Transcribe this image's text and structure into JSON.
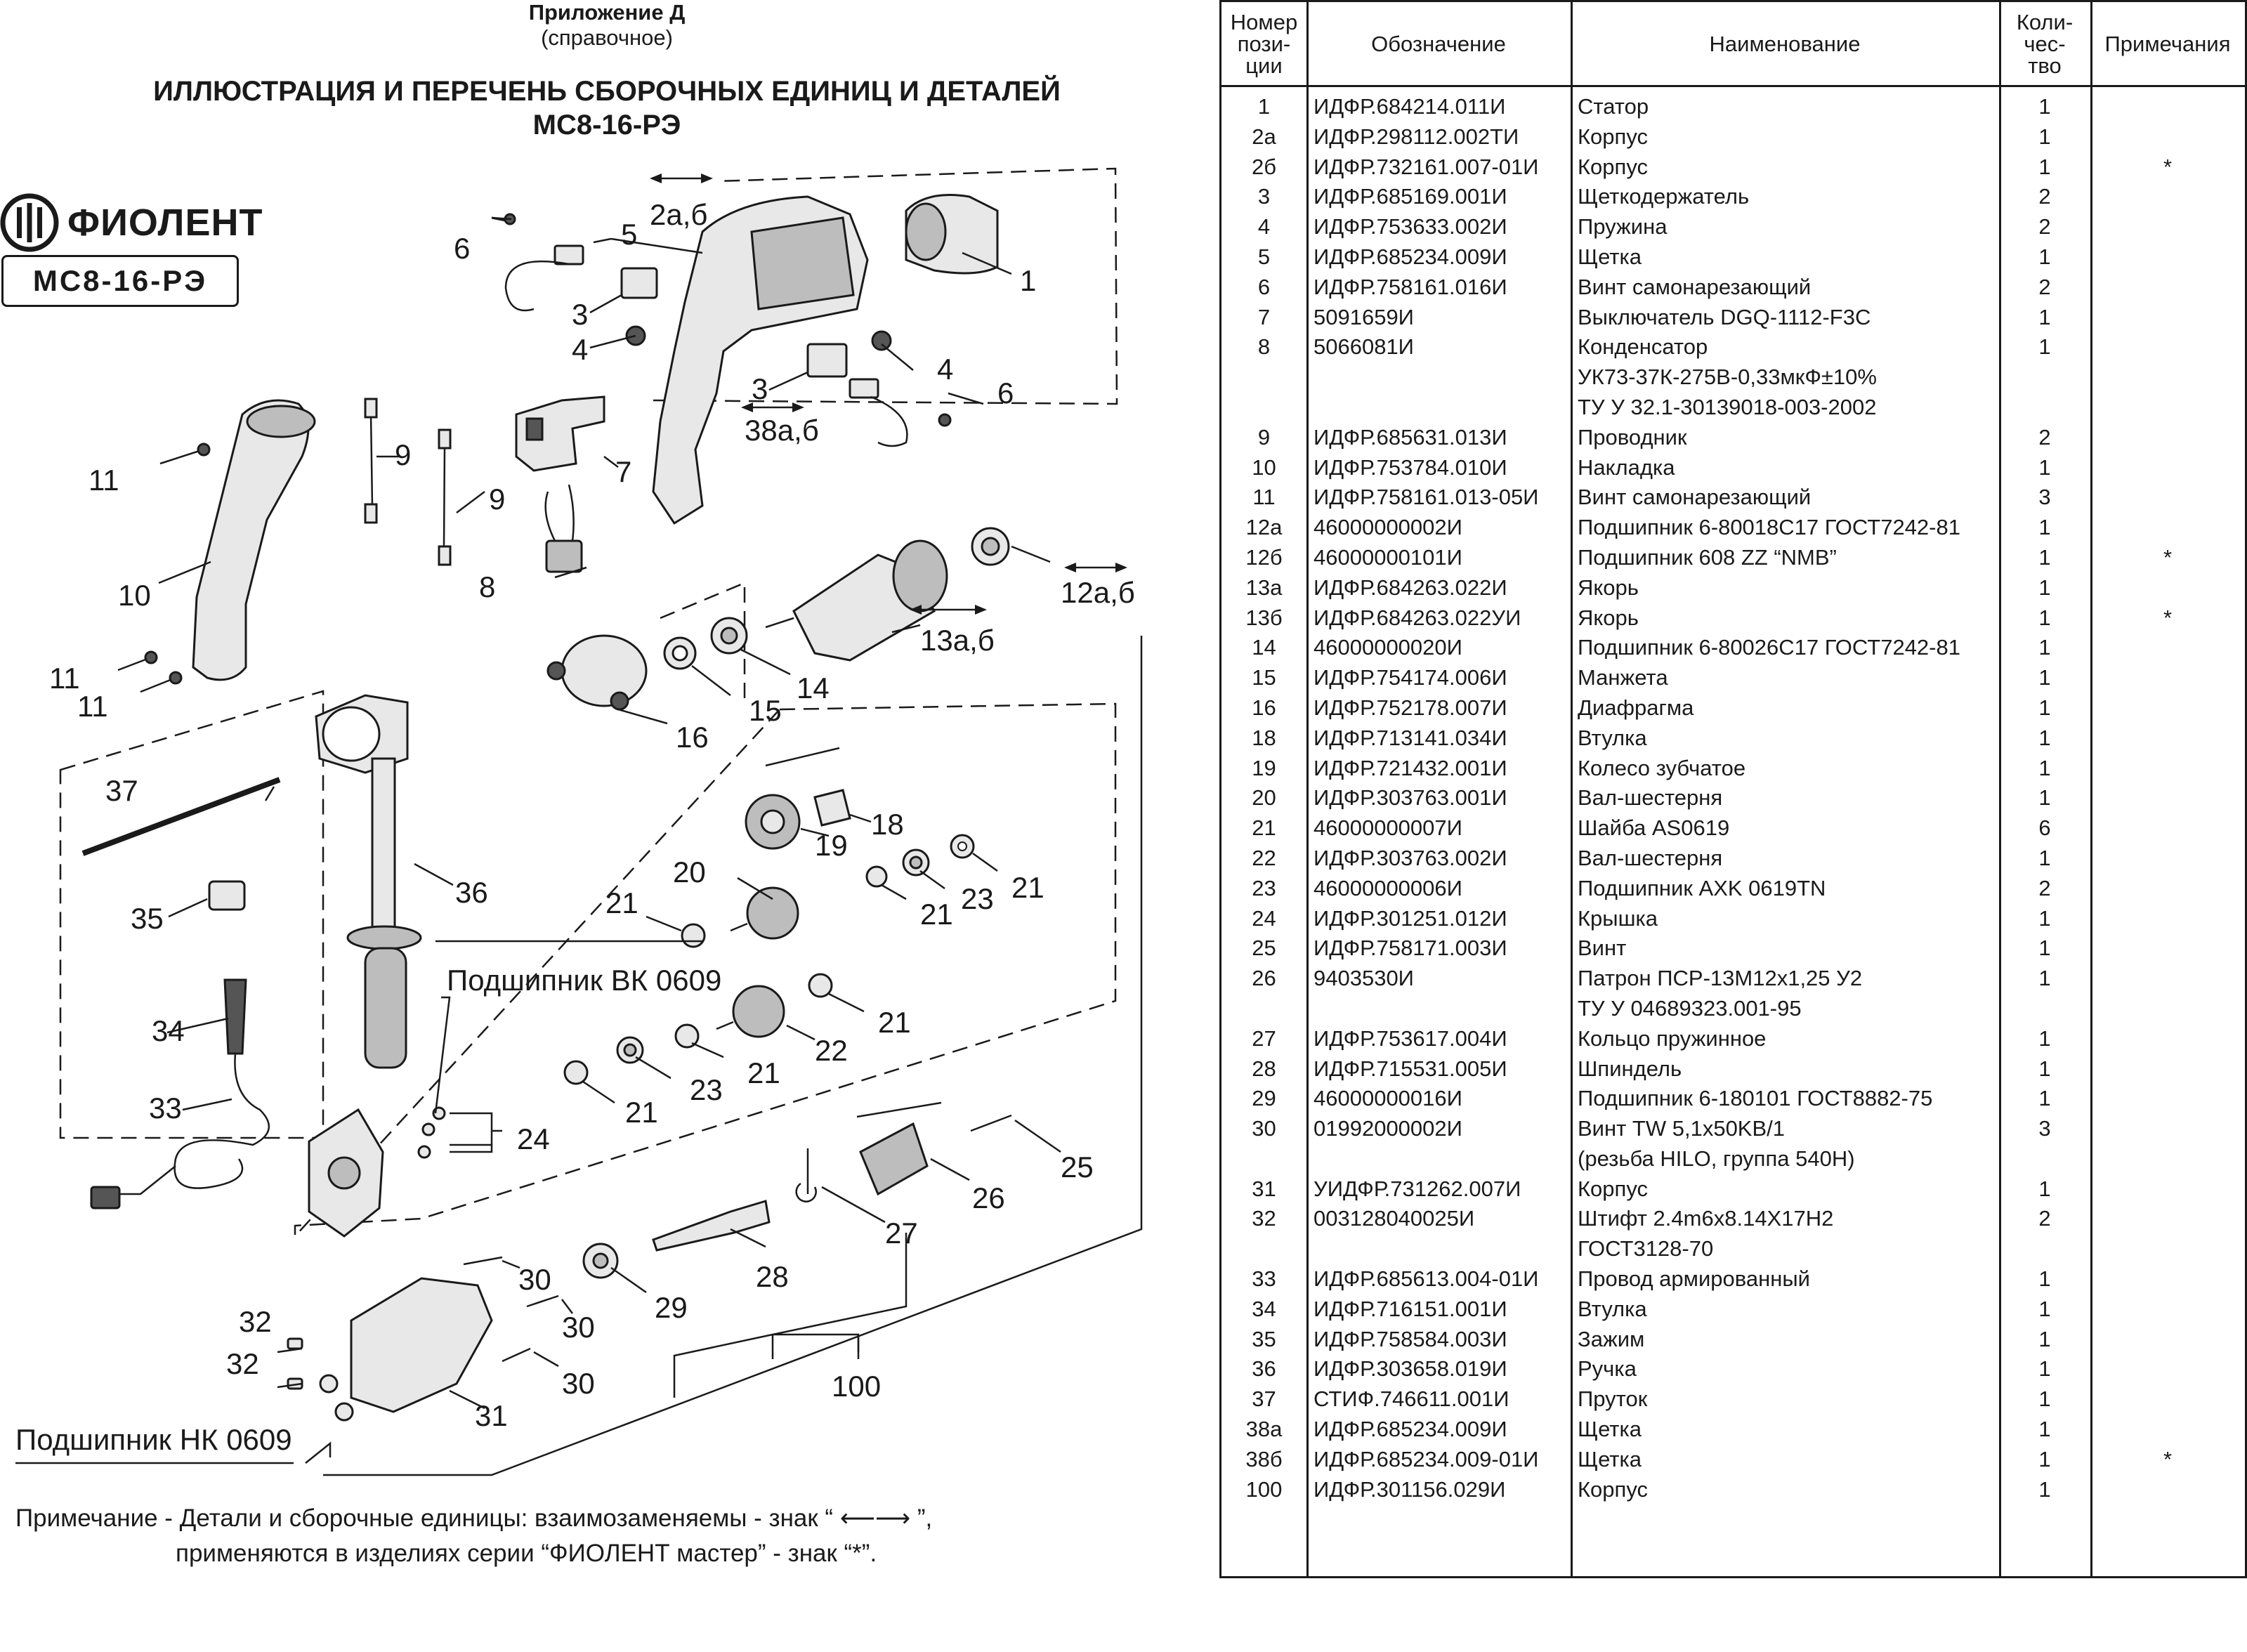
{
  "header": {
    "appendix_title": "Приложение Д",
    "appendix_subtitle": "(справочное)",
    "title": "ИЛЛЮСТРАЦИЯ И ПЕРЕЧЕНЬ СБОРОЧНЫХ ЕДИНИЦ И ДЕТАЛЕЙ",
    "model": "МС8-16-РЭ"
  },
  "brand": {
    "logo_icon": "fiolent-logo-icon",
    "name": "ФИОЛЕНТ",
    "model_badge": "МС8-16-РЭ"
  },
  "diagram": {
    "labels": {
      "l1": "1",
      "l2ab": "2а,б",
      "l3a": "3",
      "l3b": "3",
      "l4a": "4",
      "l4b": "4",
      "l5": "5",
      "l6a": "6",
      "l6b": "6",
      "l7": "7",
      "l8": "8",
      "l9a": "9",
      "l9b": "9",
      "l10": "10",
      "l11a": "11",
      "l11b": "11",
      "l11c": "11",
      "l12ab": "12а,б",
      "l13ab": "13а,б",
      "l14": "14",
      "l15": "15",
      "l16": "16",
      "l18": "18",
      "l19": "19",
      "l20": "20",
      "l21a": "21",
      "l21b": "21",
      "l21c": "21",
      "l21d": "21",
      "l21e": "21",
      "l21f": "21",
      "l22": "22",
      "l23a": "23",
      "l23b": "23",
      "l24": "24",
      "l25": "25",
      "l26": "26",
      "l27": "27",
      "l28": "28",
      "l29": "29",
      "l30a": "30",
      "l30b": "30",
      "l30c": "30",
      "l31": "31",
      "l32a": "32",
      "l32b": "32",
      "l33": "33",
      "l34": "34",
      "l35": "35",
      "l36": "36",
      "l37": "37",
      "l38ab": "38а,б",
      "l100": "100",
      "bearing_bk": "Подшипник ВК 0609",
      "bearing_nk": "Подшипник НК 0609"
    }
  },
  "note": {
    "line1": "Примечание - Детали и сборочные единицы: взаимозаменяемы - знак “ ⟵⟶ ”,",
    "line2": "применяются в изделиях серии “ФИОЛЕНТ мастер” - знак “*”."
  },
  "table": {
    "headers": {
      "pos_l1": "Номер",
      "pos_l2": "пози-",
      "pos_l3": "ции",
      "designation": "Обозначение",
      "name": "Наименование",
      "qty_l1": "Коли-",
      "qty_l2": "чес-",
      "qty_l3": "тво",
      "notes": "Примечания"
    },
    "rows": [
      {
        "pos": "1",
        "code": "ИДФР.684214.011И",
        "name": "Статор",
        "qty": "1",
        "note": ""
      },
      {
        "pos": "2а",
        "code": "ИДФР.298112.002ТИ",
        "name": "Корпус",
        "qty": "1",
        "note": ""
      },
      {
        "pos": "2б",
        "code": "ИДФР.732161.007-01И",
        "name": "Корпус",
        "qty": "1",
        "note": "*"
      },
      {
        "pos": "3",
        "code": "ИДФР.685169.001И",
        "name": "Щеткодержатель",
        "qty": "2",
        "note": ""
      },
      {
        "pos": "4",
        "code": "ИДФР.753633.002И",
        "name": "Пружина",
        "qty": "2",
        "note": ""
      },
      {
        "pos": "5",
        "code": "ИДФР.685234.009И",
        "name": "Щетка",
        "qty": "1",
        "note": ""
      },
      {
        "pos": "6",
        "code": "ИДФР.758161.016И",
        "name": "Винт  самонарезающий",
        "qty": "2",
        "note": ""
      },
      {
        "pos": "7",
        "code": "5091659И",
        "name": "Выключатель DGQ-1112-F3C",
        "qty": "1",
        "note": ""
      },
      {
        "pos": "8",
        "code": "5066081И",
        "name": "Конденсатор",
        "qty": "1",
        "note": ""
      },
      {
        "pos": "",
        "code": "",
        "name": "УК73-37К-275В-0,33мкФ±10%",
        "qty": "",
        "note": ""
      },
      {
        "pos": "",
        "code": "",
        "name": "ТУ У 32.1-30139018-003-2002",
        "qty": "",
        "note": ""
      },
      {
        "pos": "9",
        "code": "ИДФР.685631.013И",
        "name": "Проводник",
        "qty": "2",
        "note": ""
      },
      {
        "pos": "10",
        "code": "ИДФР.753784.010И",
        "name": "Накладка",
        "qty": "1",
        "note": ""
      },
      {
        "pos": "11",
        "code": "ИДФР.758161.013-05И",
        "name": "Винт  самонарезающий",
        "qty": "3",
        "note": ""
      },
      {
        "pos": "12а",
        "code": "46000000002И",
        "name": "Подшипник 6-80018С17 ГОСТ7242-81",
        "qty": "1",
        "note": ""
      },
      {
        "pos": "12б",
        "code": "46000000101И",
        "name": "Подшипник 608 ZZ “NMB”",
        "qty": "1",
        "note": "*"
      },
      {
        "pos": "13а",
        "code": "ИДФР.684263.022И",
        "name": "Якорь",
        "qty": "1",
        "note": ""
      },
      {
        "pos": "13б",
        "code": "ИДФР.684263.022УИ",
        "name": "Якорь",
        "qty": "1",
        "note": "*"
      },
      {
        "pos": "14",
        "code": "46000000020И",
        "name": "Подшипник 6-80026С17 ГОСТ7242-81",
        "qty": "1",
        "note": ""
      },
      {
        "pos": "15",
        "code": "ИДФР.754174.006И",
        "name": "Манжета",
        "qty": "1",
        "note": ""
      },
      {
        "pos": "16",
        "code": "ИДФР.752178.007И",
        "name": "Диафрагма",
        "qty": "1",
        "note": ""
      },
      {
        "pos": "18",
        "code": "ИДФР.713141.034И",
        "name": "Втулка",
        "qty": "1",
        "note": ""
      },
      {
        "pos": "19",
        "code": "ИДФР.721432.001И",
        "name": "Колесо зубчатое",
        "qty": "1",
        "note": ""
      },
      {
        "pos": "20",
        "code": "ИДФР.303763.001И",
        "name": "Вал-шестерня",
        "qty": "1",
        "note": ""
      },
      {
        "pos": "21",
        "code": "46000000007И",
        "name": "Шайба AS0619",
        "qty": "6",
        "note": ""
      },
      {
        "pos": "22",
        "code": "ИДФР.303763.002И",
        "name": "Вал-шестерня",
        "qty": "1",
        "note": ""
      },
      {
        "pos": "23",
        "code": "46000000006И",
        "name": "Подшипник AXK 0619TN",
        "qty": "2",
        "note": ""
      },
      {
        "pos": "24",
        "code": "ИДФР.301251.012И",
        "name": "Крышка",
        "qty": "1",
        "note": ""
      },
      {
        "pos": "25",
        "code": "ИДФР.758171.003И",
        "name": "Винт",
        "qty": "1",
        "note": ""
      },
      {
        "pos": "26",
        "code": "9403530И",
        "name": "Патрон ПСР-13М12х1,25 У2",
        "qty": "1",
        "note": ""
      },
      {
        "pos": "",
        "code": "",
        "name": "ТУ У 04689323.001-95",
        "qty": "",
        "note": ""
      },
      {
        "pos": "27",
        "code": "ИДФР.753617.004И",
        "name": "Кольцо пружинное",
        "qty": "1",
        "note": ""
      },
      {
        "pos": "28",
        "code": "ИДФР.715531.005И",
        "name": "Шпиндель",
        "qty": "1",
        "note": ""
      },
      {
        "pos": "29",
        "code": "46000000016И",
        "name": "Подшипник 6-180101 ГОСТ8882-75",
        "qty": "1",
        "note": ""
      },
      {
        "pos": "30",
        "code": "01992000002И",
        "name": "Винт TW 5,1х50KB/1",
        "qty": "3",
        "note": ""
      },
      {
        "pos": "",
        "code": "",
        "name": "(резьба HILO, группа 540Н)",
        "qty": "",
        "note": ""
      },
      {
        "pos": "31",
        "code": "УИДФР.731262.007И",
        "name": "Корпус",
        "qty": "1",
        "note": ""
      },
      {
        "pos": "32",
        "code": "003128040025И",
        "name": "Штифт 2.4m6x8.14X17H2",
        "qty": "2",
        "note": ""
      },
      {
        "pos": "",
        "code": "",
        "name": "ГОСТ3128-70",
        "qty": "",
        "note": ""
      },
      {
        "pos": "33",
        "code": "ИДФР.685613.004-01И",
        "name": "Провод армированный",
        "qty": "1",
        "note": ""
      },
      {
        "pos": "34",
        "code": "ИДФР.716151.001И",
        "name": "Втулка",
        "qty": "1",
        "note": ""
      },
      {
        "pos": "35",
        "code": "ИДФР.758584.003И",
        "name": "Зажим",
        "qty": "1",
        "note": ""
      },
      {
        "pos": "36",
        "code": "ИДФР.303658.019И",
        "name": "Ручка",
        "qty": "1",
        "note": ""
      },
      {
        "pos": "37",
        "code": "СТИФ.746611.001И",
        "name": "Пруток",
        "qty": "1",
        "note": ""
      },
      {
        "pos": "38а",
        "code": "ИДФР.685234.009И",
        "name": "Щетка",
        "qty": "1",
        "note": ""
      },
      {
        "pos": "38б",
        "code": "ИДФР.685234.009-01И",
        "name": "Щетка",
        "qty": "1",
        "note": "*"
      },
      {
        "pos": "100",
        "code": "ИДФР.301156.029И",
        "name": "Корпус",
        "qty": "1",
        "note": ""
      }
    ]
  }
}
